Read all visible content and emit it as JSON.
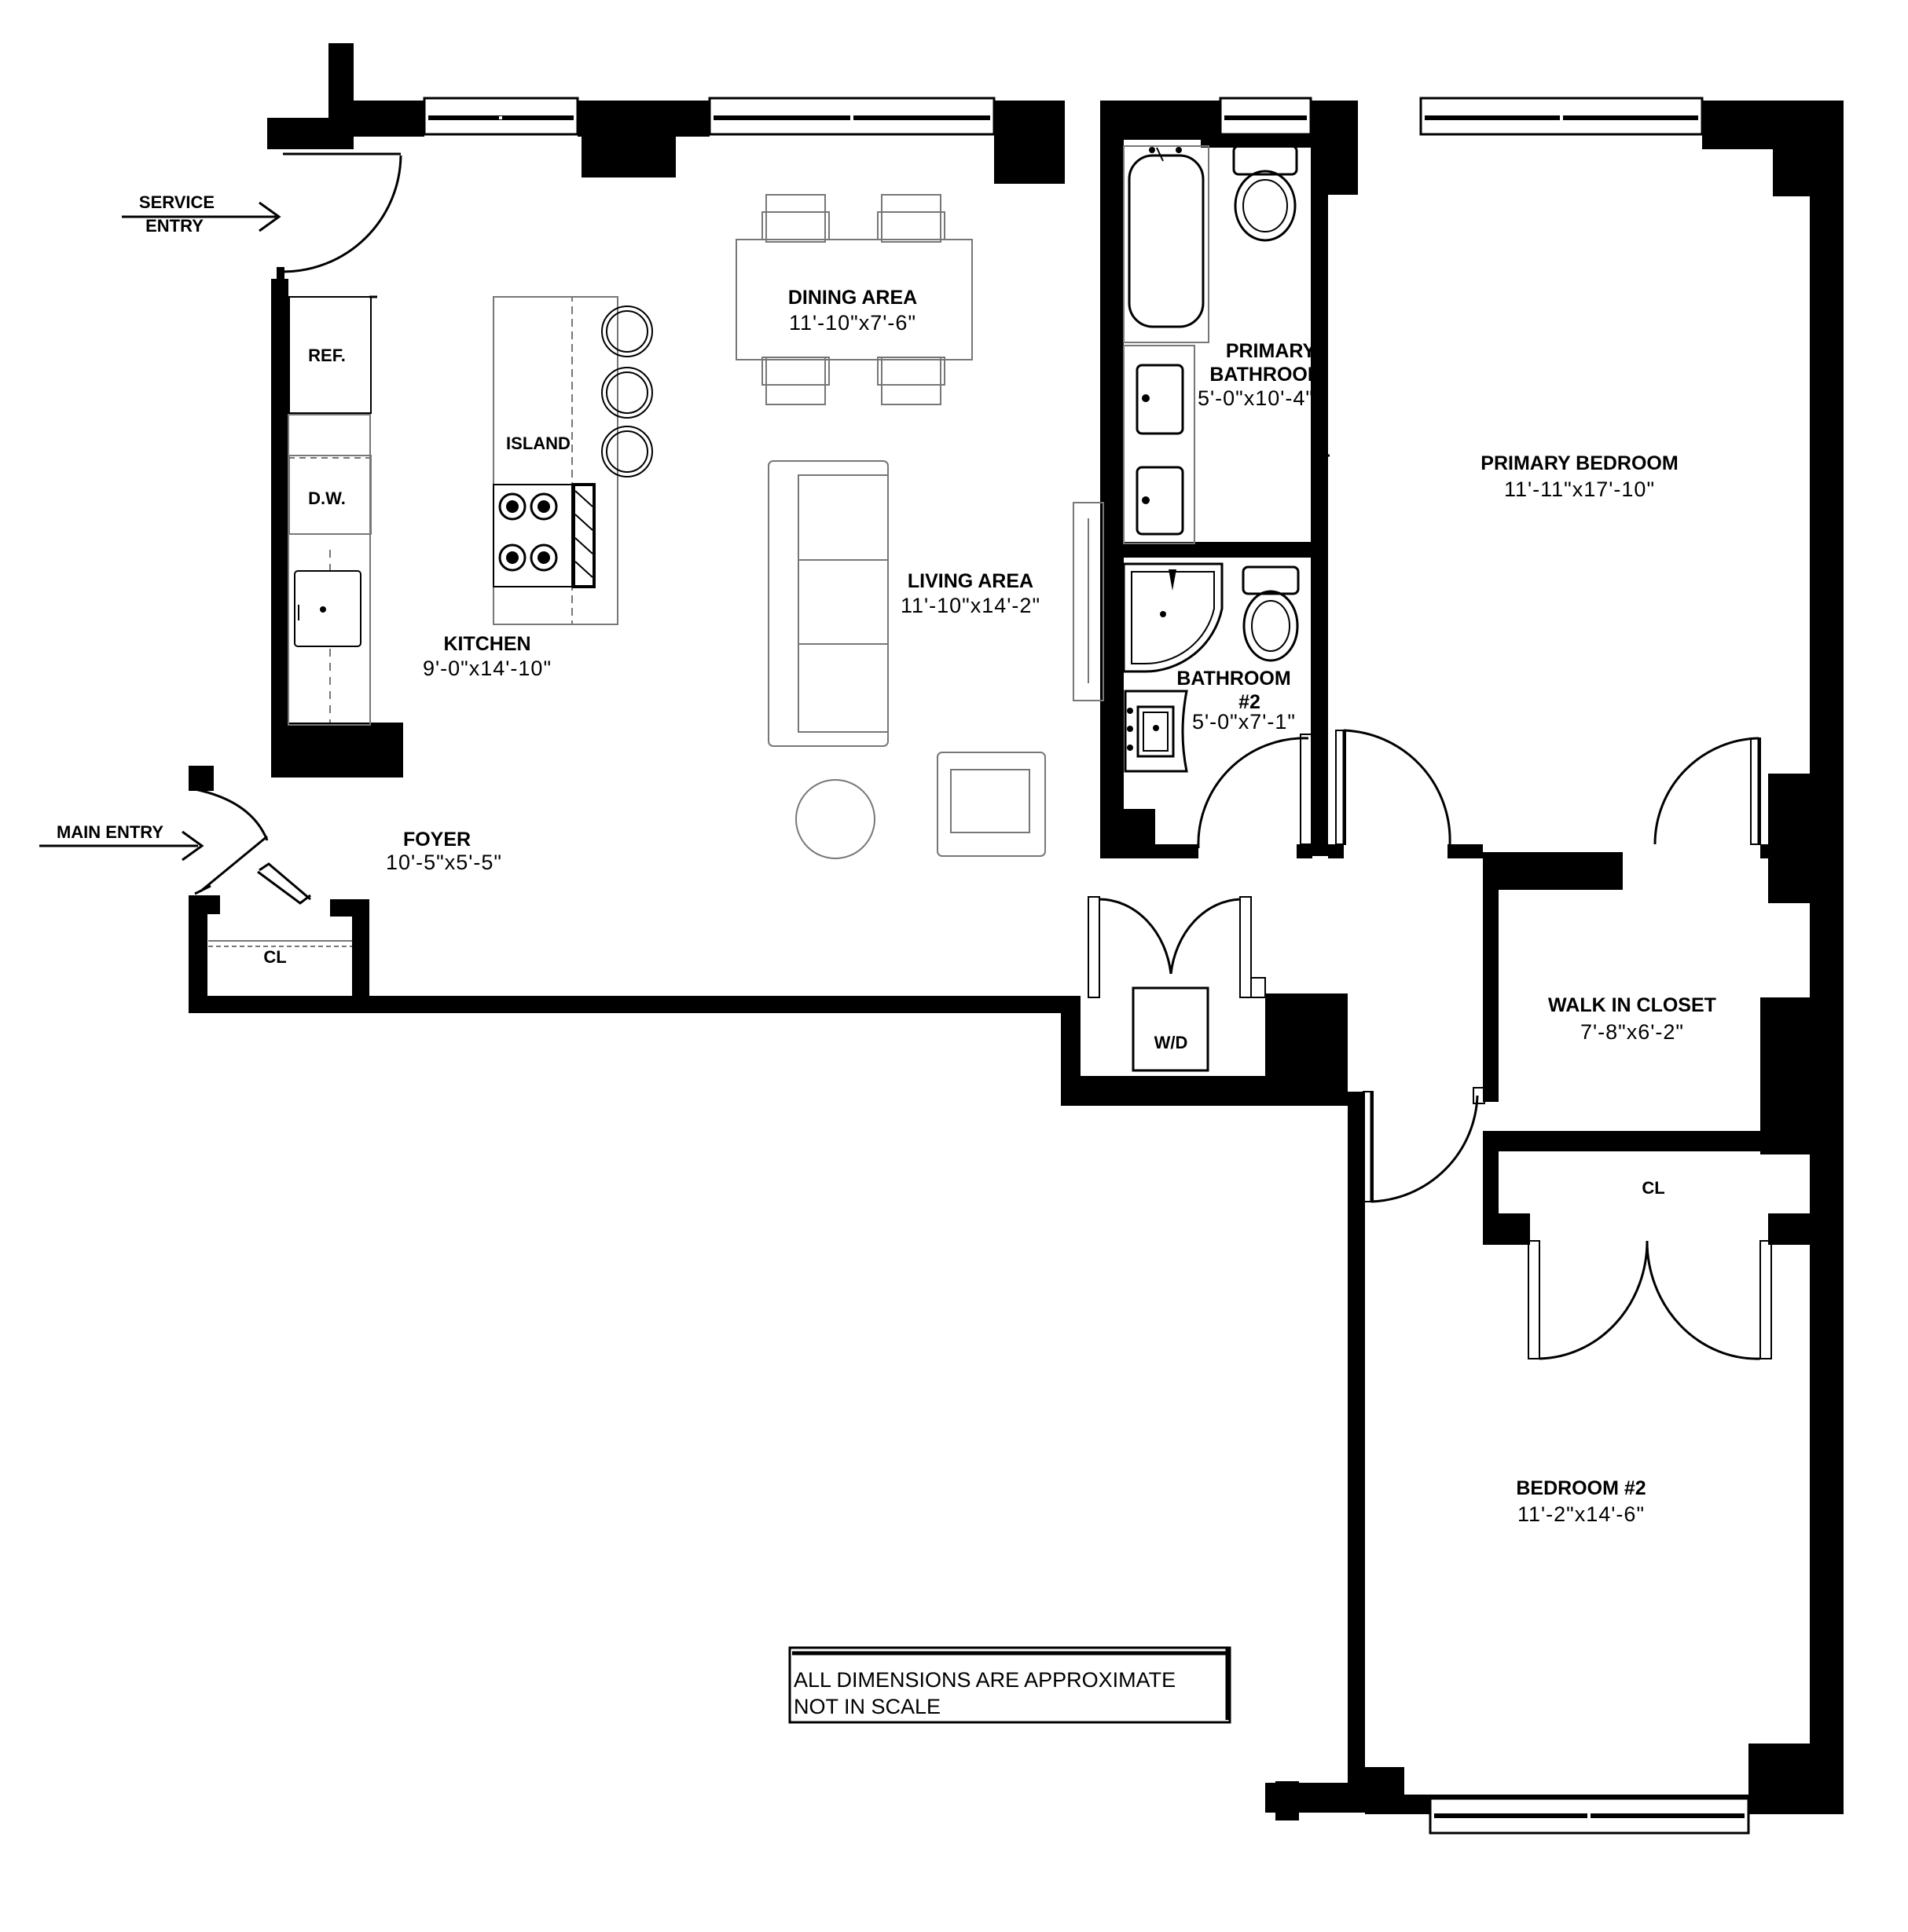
{
  "rooms": {
    "dining": {
      "name": "DINING AREA",
      "dim": "11'-10\"x7'-6\""
    },
    "kitchen": {
      "name": "KITCHEN",
      "dim": "9'-0\"x14'-10\""
    },
    "living": {
      "name": "LIVING AREA",
      "dim": "11'-10\"x14'-2\""
    },
    "foyer": {
      "name": "FOYER",
      "dim": "10'-5\"x5'-5\""
    },
    "primary_bath": {
      "name_line1": "PRIMARY",
      "name_line2": "BATHROOM",
      "dim": "5'-0\"x10'-4\""
    },
    "bathroom2": {
      "name_line1": "BATHROOM",
      "name_line2": "#2",
      "dim": "5'-0\"x7'-1\""
    },
    "primary_bedroom": {
      "name": "PRIMARY BEDROOM",
      "dim": "11'-11\"x17'-10\""
    },
    "walk_in_closet": {
      "name": "WALK IN CLOSET",
      "dim": "7'-8\"x6'-2\""
    },
    "bedroom2": {
      "name": "BEDROOM #2",
      "dim": "11'-2\"x14'-6\""
    }
  },
  "fixtures": {
    "ref": "REF.",
    "dw": "D.W.",
    "island": "ISLAND",
    "wd": "W/D",
    "closet_foyer": "CL",
    "closet_bedroom": "CL"
  },
  "entries": {
    "service_line1": "SERVICE",
    "service_line2": "ENTRY",
    "main": "MAIN ENTRY"
  },
  "note": {
    "line1": "ALL DIMENSIONS ARE APPROXIMATE",
    "line2": "NOT IN SCALE"
  }
}
